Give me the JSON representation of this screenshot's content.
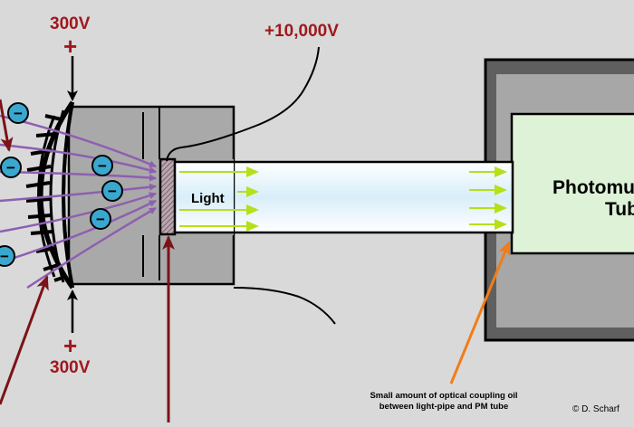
{
  "labels": {
    "top_voltage": "300V",
    "top_plus": "+",
    "bottom_voltage": "300V",
    "bottom_plus": "+",
    "high_voltage": "+10,000V",
    "light": "Light",
    "pmt_line1": "Photomultiplier",
    "pmt_line2": "Tube",
    "note_line1": "Small amount of optical coupling oil",
    "note_line2": "between light-pipe and PM tube",
    "copyright": "© D. Scharf"
  },
  "electron_symbol": "−",
  "colors": {
    "background": "#d9d9d9",
    "voltage_text": "#a0181d",
    "dark_red_arrow": "#7b1318",
    "electron": "#3aa7cf",
    "electron_path": "#8e5fb0",
    "light_arrow": "#b5e01a",
    "orange_arrow": "#f07d1a",
    "pmt_face": "#ddf2d6",
    "pmt_housing": "#5f5f5f",
    "light_pipe": "#e9f5fc"
  }
}
